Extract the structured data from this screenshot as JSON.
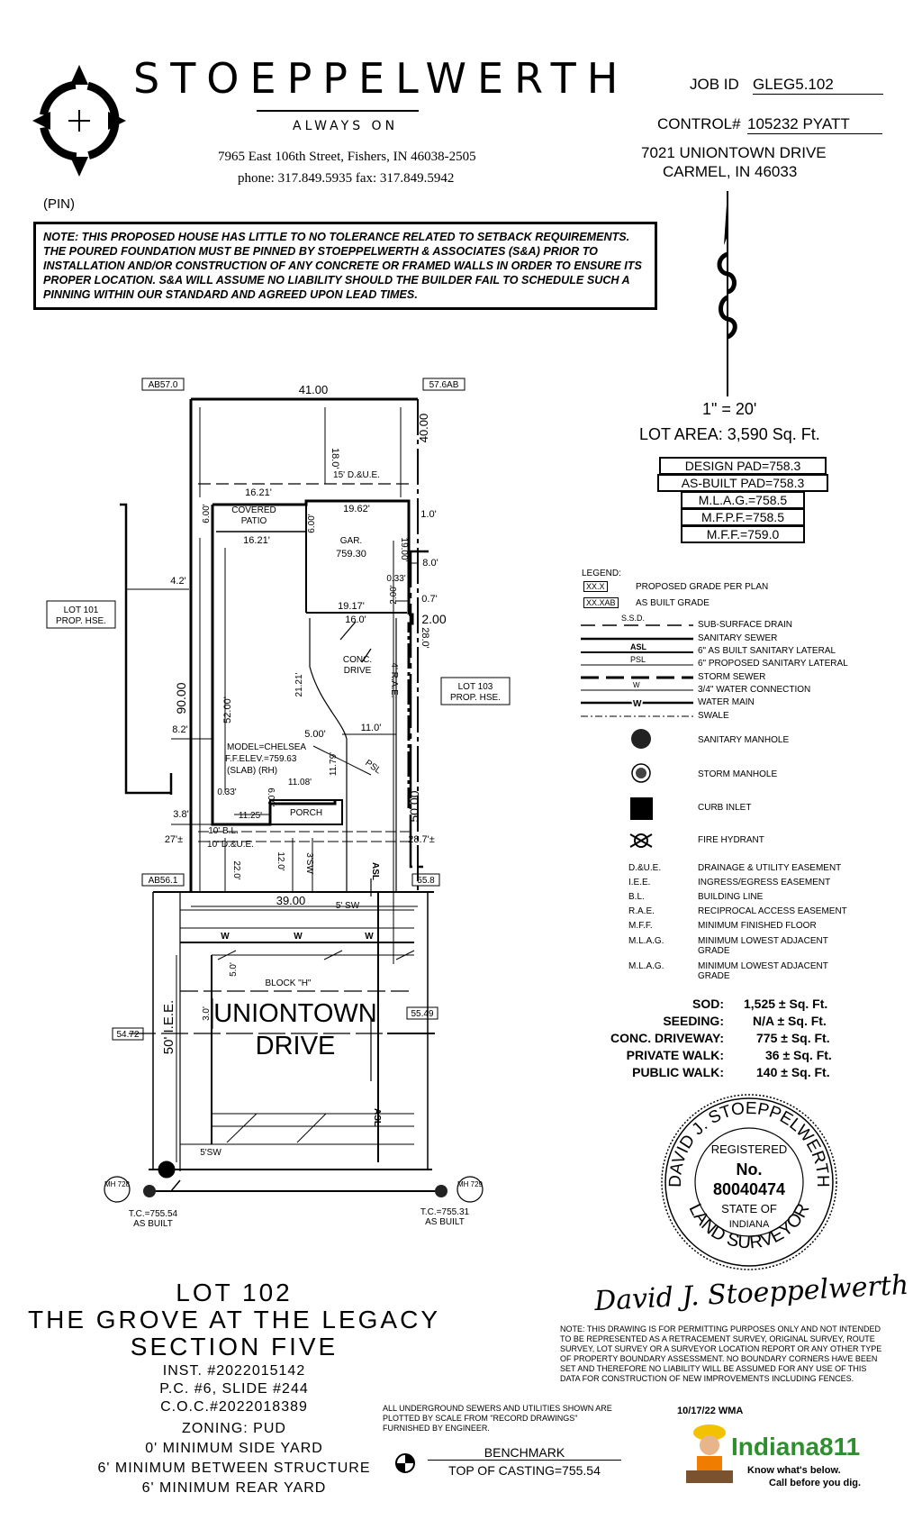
{
  "company": {
    "name": "STOEPPELWERTH",
    "tagline": "ALWAYS ON",
    "address": "7965 East 106th Street, Fishers, IN 46038-2505",
    "phone_fax": "phone: 317.849.5935   fax: 317.849.5942"
  },
  "job": {
    "job_id_label": "JOB ID",
    "job_id": "GLEG5.102",
    "control_label": "CONTROL#",
    "control": "105232 PYATT",
    "street": "7021 UNIONTOWN DRIVE",
    "city": "CARMEL, IN 46033"
  },
  "pin_label": "(PIN)",
  "note": "NOTE: THIS PROPOSED HOUSE HAS LITTLE TO NO TOLERANCE RELATED TO SETBACK REQUIREMENTS. THE POURED FOUNDATION MUST BE PINNED BY STOEPPELWERTH & ASSOCIATES (S&A) PRIOR TO INSTALLATION AND/OR CONSTRUCTION OF ANY CONCRETE OR FRAMED WALLS IN ORDER TO ENSURE ITS PROPER LOCATION. S&A WILL ASSUME NO LIABILITY SHOULD THE BUILDER FAIL TO SCHEDULE SUCH A PINNING WITHIN OUR STANDARD AND AGREED UPON LEAD TIMES.",
  "scale": "1\" = 20'",
  "lot_area": "LOT AREA: 3,590   Sq. Ft.",
  "pads": [
    "DESIGN PAD=758.3",
    "AS-BUILT PAD=758.3",
    "M.L.A.G.=758.5",
    "M.F.P.F.=758.5",
    "M.F.F.=759.0"
  ],
  "legend": {
    "title": "LEGEND:",
    "items": [
      {
        "sym": "XX.X",
        "text": "PROPOSED GRADE PER PLAN"
      },
      {
        "sym": "XX.XAB",
        "text": "AS BUILT GRADE"
      },
      {
        "sym": "S.S.D.",
        "text": "SUB-SURFACE DRAIN"
      },
      {
        "sym": "",
        "text": "SANITARY SEWER"
      },
      {
        "sym": "ASL",
        "text": "6\" AS BUILT SANITARY LATERAL"
      },
      {
        "sym": "PSL",
        "text": "6\" PROPOSED SANITARY LATERAL"
      },
      {
        "sym": "",
        "text": "STORM SEWER"
      },
      {
        "sym": "W",
        "text": "3/4\" WATER CONNECTION"
      },
      {
        "sym": "W",
        "text": "WATER MAIN"
      },
      {
        "sym": "",
        "text": "SWALE"
      }
    ],
    "symbols": [
      "SANITARY MANHOLE",
      "STORM MANHOLE",
      "CURB INLET",
      "FIRE HYDRANT"
    ],
    "abbrev": [
      {
        "abbr": "D.&U.E.",
        "text": "DRAINAGE & UTILITY EASEMENT"
      },
      {
        "abbr": "I.E.E.",
        "text": "INGRESS/EGRESS EASEMENT"
      },
      {
        "abbr": "B.L.",
        "text": "BUILDING LINE"
      },
      {
        "abbr": "R.A.E.",
        "text": "RECIPROCAL ACCESS EASEMENT"
      },
      {
        "abbr": "M.F.F.",
        "text": "MINIMUM FINISHED FLOOR"
      },
      {
        "abbr": "M.L.A.G.",
        "text": "MINIMUM LOWEST ADJACENT GRADE"
      },
      {
        "abbr": "M.L.A.G.",
        "text": "MINIMUM LOWEST ADJACENT GRADE"
      }
    ]
  },
  "quantities": [
    {
      "label": "SOD:",
      "value": "1,525 ±  Sq. Ft."
    },
    {
      "label": "SEEDING:",
      "value": "N/A ±  Sq. Ft."
    },
    {
      "label": "CONC. DRIVEWAY:",
      "value": "775 ±  Sq. Ft."
    },
    {
      "label": "PRIVATE WALK:",
      "value": "36 ±  Sq. Ft."
    },
    {
      "label": "PUBLIC WALK:",
      "value": "140 ±  Sq. Ft."
    }
  ],
  "seal": {
    "outer_top": "DAVID J. STOEPPELWERTH",
    "registered": "REGISTERED",
    "no": "No.",
    "number": "80040474",
    "state_of": "STATE OF",
    "indiana": "INDIANA",
    "outer_bottom": "LAND SURVEYOR"
  },
  "signature": "David J. Stoeppelwerth",
  "permit_note": "NOTE: THIS DRAWING IS FOR PERMITTING PURPOSES ONLY AND NOT INTENDED TO BE REPRESENTED AS A RETRACEMENT SURVEY, ORIGINAL SURVEY, ROUTE SURVEY, LOT SURVEY OR A SURVEYOR LOCATION REPORT OR ANY OTHER TYPE OF PROPERTY BOUNDARY ASSESSMENT. NO BOUNDARY CORNERS HAVE BEEN SET AND THEREFORE NO LIABILITY WILL BE ASSUMED FOR ANY USE OF THIS DATA FOR CONSTRUCTION OF NEW IMPROVEMENTS INCLUDING FENCES.",
  "date_initials": "10/17/22 WMA",
  "indiana811": {
    "name": "Indiana811",
    "tag1": "Know what's below.",
    "tag2": "Call before you dig."
  },
  "lot_title": {
    "lot": "LOT 102",
    "line1": "THE GROVE AT THE LEGACY",
    "line2": "SECTION FIVE",
    "inst": "INST. #2022015142",
    "pc": "P.C. #6, SLIDE #244",
    "coc": "C.O.C.#2022018389",
    "zoning": "ZONING: PUD",
    "z1": "0' MINIMUM SIDE YARD",
    "z2": "6' MINIMUM BETWEEN STRUCTURE",
    "z3": "6' MINIMUM REAR YARD"
  },
  "sewer_note": "ALL UNDERGROUND SEWERS AND UTILITIES SHOWN ARE PLOTTED BY SCALE FROM \"RECORD DRAWINGS\" FURNISHED BY ENGINEER.",
  "benchmark": {
    "label": "BENCHMARK",
    "value": "TOP OF CASTING=755.54"
  },
  "plan": {
    "ab_tl": "AB57.0",
    "ab_tr": "57.6AB",
    "ab_bl": "AB56.1",
    "ab_br": "55.8",
    "d_top": "41.00",
    "d_18": "18.0'",
    "d_40": "40.00",
    "due_15": "15' D.&U.E.",
    "d_1621a": "16.21'",
    "d_600a": "6.00'",
    "covered_patio": "COVERED PATIO",
    "d_1621b": "16.21'",
    "d_600b": "6.00'",
    "d_1962": "19.62'",
    "d_10": "1.0'",
    "gar": "GAR.",
    "gar_elev": "759.30",
    "d_1900": "19.00'",
    "d_80": "8.0'",
    "d_033a": "0.33'",
    "d_07": "0.7'",
    "d_1917": "19.17'",
    "d_200a": "2.00'",
    "d_200b": "2.00",
    "d_160": "16.0'",
    "d_280": "28.0'",
    "d_42": "4.2'",
    "lot101": "LOT 101 PROP. HSE.",
    "lot103": "LOT 103 PROP. HSE.",
    "conc_drive": "CONC. DRIVE",
    "rae": "4' R.A.E.",
    "d_2121": "21.21'",
    "d_9000": "90.00",
    "d_82": "8.2'",
    "d_5200": "52.00'",
    "d_500": "5.00'",
    "d_110": "11.0'",
    "model": "MODEL=CHELSEA",
    "ffelev": "F.F.ELEV.=759.63",
    "slab": "(SLAB) (RH)",
    "d_1108": "11.08'",
    "d_1179": "11.79'",
    "psl": "PSL",
    "d_5000": "50.00",
    "d_033b": "0.33'",
    "d_600c": "6.00'",
    "d_1125": "11.25'",
    "porch": "PORCH",
    "d_38": "3.8'",
    "d_27": "27'±",
    "bl10": "10' B.L.",
    "due10": "10' D.&U.E.",
    "d_220": "22.0'",
    "d_120": "12.0'",
    "sw_3": "3'SW",
    "asl": "ASL",
    "d_287": "28.7'±",
    "d_3900": "39.00",
    "sw_5a": "5' SW",
    "w": "W",
    "d_50": "5.0'",
    "block": "BLOCK \"H\"",
    "street1": "UNIONTOWN",
    "street2": "DRIVE",
    "iee": "50' I.E.E.",
    "d_30": "3.0'",
    "g_5472": "54.72",
    "g_5549": "55.49",
    "sw_5b": "5'SW",
    "asl2": "ASL",
    "mh728": "MH 728",
    "mh729": "MH 729",
    "tc_left": "T.C.=755.54",
    "tc_right": "T.C.=755.31",
    "as_built": "AS BUILT"
  }
}
